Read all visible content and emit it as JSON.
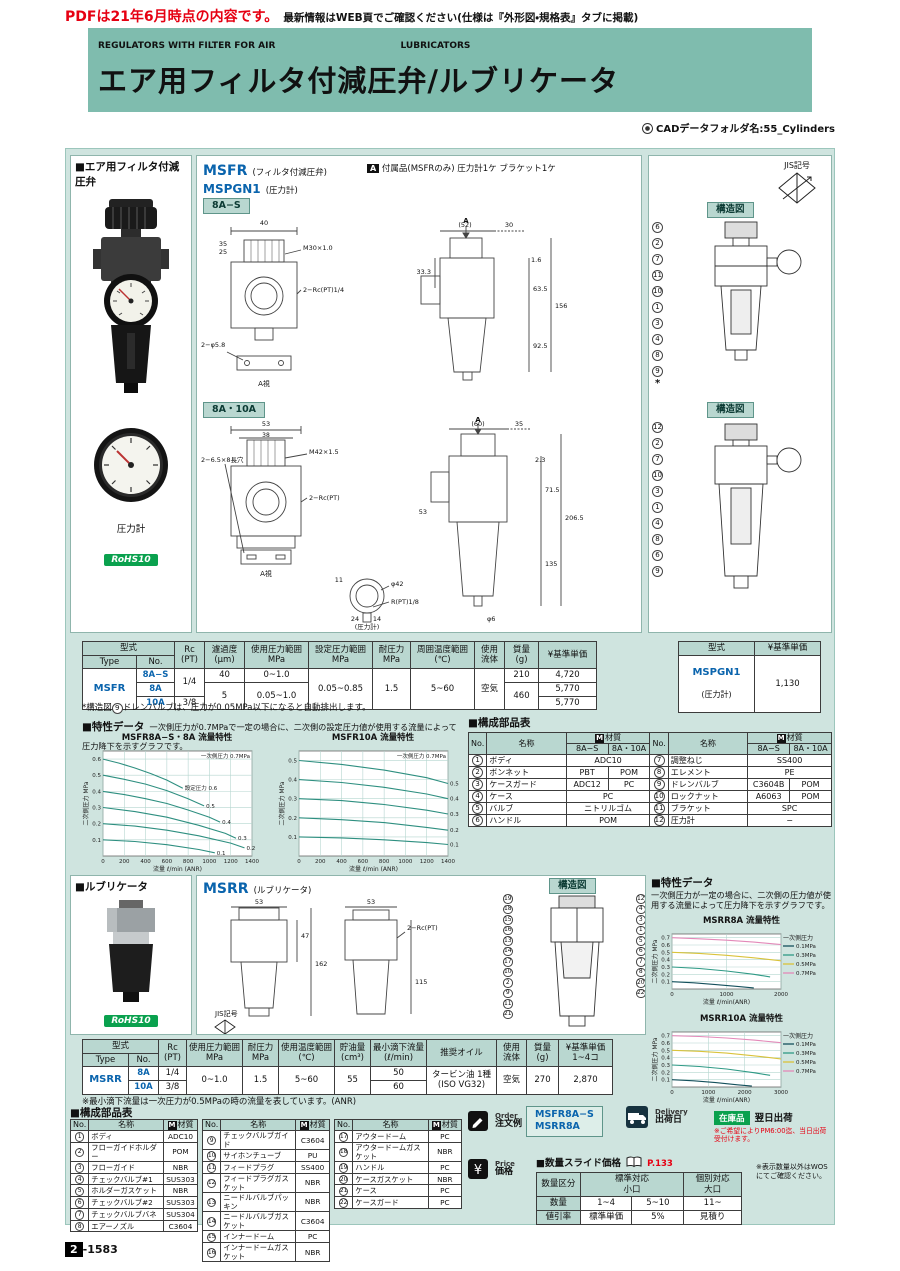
{
  "notice": {
    "red": "PDFは21年6月時点の内容です。",
    "black": "最新情報はWEB頁でご確認ください(仕様は『外形図・規格表』タブに掲載)"
  },
  "header": {
    "en_left": "REGULATORS WITH FILTER FOR AIR",
    "en_right": "LUBRICATORS",
    "title": "エア用フィルタ付減圧弁/ルブリケータ",
    "cad_label": "CADデータフォルダ名:55_Cylinders"
  },
  "regulator": {
    "section_label": "■エア用フィルタ付減圧弁",
    "gauge_caption": "圧力計",
    "rohs": "RoHS10",
    "model1": "MSFR",
    "model1_sub": "(フィルタ付減圧弁)",
    "model2": "MSPGN1",
    "model2_sub": "(圧力計)",
    "acc_mark": "A",
    "acc_note": "付属品(MSFRのみ) 圧力計1ケ ブラケット1ケ",
    "jis": "JIS記号",
    "size1": "8A−S",
    "size2": "8A・10A",
    "structure": "構造図",
    "star": "*",
    "dims1": [
      "40",
      "35",
      "25",
      "2−φ5.8",
      "M30×1.0",
      "2−Rc(PT)1/4",
      "A視",
      "(52)",
      "30",
      "1.6",
      "63.5",
      "33.3",
      "156",
      "92.5",
      "A"
    ],
    "dims2": [
      "53",
      "38",
      "2−6.5×8長穴",
      "M42×1.5",
      "2−Rc(PT)",
      "A視",
      "(圧力計)",
      "φ42",
      "24",
      "14",
      "R(PT)1/8",
      "11",
      "(60)",
      "35",
      "2.3",
      "71.5",
      "53",
      "206.5",
      "135",
      "φ6",
      "A"
    ],
    "callouts1": [
      "6",
      "2",
      "7",
      "11",
      "10",
      "1",
      "3",
      "4",
      "8",
      "9"
    ],
    "callouts2": [
      "12",
      "2",
      "7",
      "10",
      "3",
      "1",
      "4",
      "8",
      "6",
      "9"
    ]
  },
  "spec": {
    "h_model": "型式",
    "h_type": "Type",
    "h_no": "No.",
    "h_rc": "Rc\n(PT)",
    "h_filt": "濾過度\n(μm)",
    "h_use": "使用圧力範囲\nMPa",
    "h_set": "設定圧力範囲\nMPa",
    "h_proof": "耐圧力\nMPa",
    "h_temp": "周囲温度範囲\n(℃)",
    "h_fluid": "使用\n流体",
    "h_mass": "質量\n(g)",
    "h_price": "¥基準単価",
    "type": "MSFR",
    "no1": "8A−S",
    "no2": "8A",
    "no3": "10A",
    "rc12": "1/4",
    "rc3": "3/8",
    "filt1": "40",
    "filt23": "5",
    "use1": "0~1.0",
    "use23": "0.05~1.0",
    "set": "0.05~0.85",
    "proof": "1.5",
    "temp": "5~60",
    "fluid": "空気",
    "mass1": "210",
    "mass23": "460",
    "price1": "4,720",
    "price2": "5,770",
    "price3": "5,770",
    "note_pre": "*構造図",
    "note_no": "9",
    "note_post": "ドレンバルブは、圧力が0.05MPa以下になると自動排出します。"
  },
  "gauge_table": {
    "h_model": "型式",
    "h_price": "¥基準単価",
    "model": "MSPGN1",
    "model_sub": "(圧力計)",
    "price": "1,130"
  },
  "char_reg": {
    "title": "■特性データ",
    "desc": "一次側圧力が0.7MPaで一定の場合に、二次側の設定圧力値が使用する流量によって圧力降下を示すグラフです。"
  },
  "parts_reg": {
    "title": "■構成部品表",
    "h_no": "No.",
    "h_name": "名称",
    "mark": "M",
    "h_mat": "材質",
    "h_m1": "8A−S",
    "h_m2": "8A・10A",
    "left": [
      {
        "no": "1",
        "name": "ボディ",
        "m1": "ADC10"
      },
      {
        "no": "2",
        "name": "ボンネット",
        "m1": "PBT",
        "m2": "POM"
      },
      {
        "no": "3",
        "name": "ケースガード",
        "m1": "ADC12",
        "m2": "PC"
      },
      {
        "no": "4",
        "name": "ケース",
        "m1": "PC"
      },
      {
        "no": "5",
        "name": "バルブ",
        "m1": "ニトリルゴム"
      },
      {
        "no": "6",
        "name": "ハンドル",
        "m1": "POM"
      }
    ],
    "right": [
      {
        "no": "7",
        "name": "調整ねじ",
        "m1": "SS400"
      },
      {
        "no": "8",
        "name": "エレメント",
        "m1": "PE"
      },
      {
        "no": "9",
        "name": "ドレンバルブ",
        "m1": "C3604B",
        "m2": "POM"
      },
      {
        "no": "10",
        "name": "ロックナット",
        "m1": "A6063",
        "m2": "POM"
      },
      {
        "no": "11",
        "name": "ブラケット",
        "m1": "SPC"
      },
      {
        "no": "12",
        "name": "圧力計",
        "m1": "−"
      }
    ]
  },
  "lub": {
    "section_label": "■ルブリケータ",
    "rohs": "RoHS10",
    "model": "MSRR",
    "model_sub": "(ルブリケータ)",
    "jis": "JIS記号",
    "structure": "構造図",
    "dims": [
      "53",
      "47",
      "162",
      "53",
      "2−Rc(PT)",
      "115"
    ],
    "callouts_left": [
      "19",
      "18",
      "15",
      "16",
      "13",
      "14",
      "17",
      "10",
      "2",
      "9",
      "11",
      "21"
    ],
    "callouts_right": [
      "12",
      "4",
      "3",
      "1",
      "5",
      "6",
      "7",
      "8",
      "20",
      "22"
    ]
  },
  "lub_spec": {
    "h_model": "型式",
    "h_type": "Type",
    "h_no": "No.",
    "h_rc": "Rc\n(PT)",
    "h_use": "使用圧力範囲\nMPa",
    "h_proof": "耐圧力\nMPa",
    "h_temp": "使用温度範囲\n(℃)",
    "h_oil": "貯油量\n(cm³)",
    "h_drip": "最小滴下流量\n(ℓ/min)",
    "h_recoil": "推奨オイル",
    "h_fluid": "使用\n流体",
    "h_mass": "質量\n(g)",
    "h_price": "¥基準単価\n1~4コ",
    "type": "MSRR",
    "no1": "8A",
    "no2": "10A",
    "rc1": "1/4",
    "rc2": "3/8",
    "use": "0~1.0",
    "proof": "1.5",
    "temp": "5~60",
    "oil": "55",
    "drip1": "50",
    "drip2": "60",
    "recoil": "タービン油 1種\n(ISO VG32)",
    "fluid": "空気",
    "mass": "270",
    "price": "2,870",
    "note": "※最小滴下流量は一次圧力が0.5MPaの時の流量を表しています。(ANR)"
  },
  "char_lub": {
    "title": "■特性データ",
    "desc": "一次側圧力が一定の場合に、二次側の圧力値が使用する流量によって圧力降下を示すグラフです。"
  },
  "parts_lub": {
    "title": "■構成部品表",
    "h_no": "No.",
    "h_name": "名称",
    "mark": "M",
    "h_mat": "材質",
    "g1": [
      {
        "no": "1",
        "name": "ボディ",
        "m": "ADC10"
      },
      {
        "no": "2",
        "name": "フローガイドホルダー",
        "m": "POM"
      },
      {
        "no": "3",
        "name": "フローガイド",
        "m": "NBR"
      },
      {
        "no": "4",
        "name": "チェックバルブ#1",
        "m": "SUS303"
      },
      {
        "no": "5",
        "name": "ホルダーガスケット",
        "m": "NBR"
      },
      {
        "no": "6",
        "name": "チェックバルブ#2",
        "m": "SUS303"
      },
      {
        "no": "7",
        "name": "チェックバルブバネ",
        "m": "SUS304"
      },
      {
        "no": "8",
        "name": "エアーノズル",
        "m": "C3604"
      }
    ],
    "g2": [
      {
        "no": "9",
        "name": "チェックバルブガイド",
        "m": "C3604"
      },
      {
        "no": "10",
        "name": "サイホンチューブ",
        "m": "PU"
      },
      {
        "no": "11",
        "name": "フィードプラグ",
        "m": "SS400"
      },
      {
        "no": "12",
        "name": "フィードプラグガスケット",
        "m": "NBR"
      },
      {
        "no": "13",
        "name": "ニードルバルブパッキン",
        "m": "NBR"
      },
      {
        "no": "14",
        "name": "ニードルバルブガスケット",
        "m": "C3604"
      },
      {
        "no": "15",
        "name": "インナードーム",
        "m": "PC"
      },
      {
        "no": "16",
        "name": "インナードームガスケット",
        "m": "NBR"
      }
    ],
    "g3": [
      {
        "no": "17",
        "name": "アウタードーム",
        "m": "PC"
      },
      {
        "no": "18",
        "name": "アウタードームガスケット",
        "m": "NBR"
      },
      {
        "no": "19",
        "name": "ハンドル",
        "m": "PC"
      },
      {
        "no": "20",
        "name": "ケースガスケット",
        "m": "NBR"
      },
      {
        "no": "21",
        "name": "ケース",
        "m": "PC"
      },
      {
        "no": "22",
        "name": "ケースガード",
        "m": "PC"
      }
    ]
  },
  "order": {
    "order_en": "Order",
    "order_jp": "注文例",
    "ex1": "MSFR8A−S",
    "ex2": "MSRR8A",
    "delivery_en": "Delivery",
    "delivery_jp": "出荷日",
    "stock": "在庫品",
    "stock_ship": "翌日出荷",
    "stock_note": "※ご希望によりPM6:00迄、当日出荷受付けます。",
    "price_en": "Price",
    "price_jp": "価格",
    "slide_title": "■数量スライド価格",
    "page_ref": "P.133",
    "qty_cat": "数量区分",
    "std": "標準対応\n小口",
    "ind": "個別対応\n大口",
    "row_qty": "数量",
    "q1": "1~4",
    "q2": "5~10",
    "q3": "11~",
    "row_disc": "値引率",
    "d1": "標準単価",
    "d2": "5%",
    "d3": "見積り",
    "slide_note": "※表示数量以外はWOSにてご確認ください。"
  },
  "footer": {
    "page_no": "2",
    "page_rest": "-1583"
  },
  "chart_data": [
    {
      "type": "line",
      "title": "MSFR8A−S・8A 流量特性",
      "annotation": "一次側圧力 0.7MPa",
      "xlabel": "流量 ℓ/min (ANR)",
      "ylabel": "二次側圧力 MPa",
      "xlim": [
        0,
        1400
      ],
      "ylim": [
        0,
        0.65
      ],
      "xticks": [
        0,
        200,
        400,
        600,
        800,
        1000,
        1200,
        1400
      ],
      "yticks": [
        0.1,
        0.2,
        0.3,
        0.4,
        0.5,
        0.6
      ],
      "series": [
        {
          "name": "設定圧力 0.6",
          "color": "#2e8f80",
          "x": [
            0,
            150,
            300,
            450,
            600,
            750
          ],
          "y": [
            0.6,
            0.575,
            0.545,
            0.51,
            0.47,
            0.42
          ]
        },
        {
          "name": "0.5",
          "color": "#2e8f80",
          "x": [
            0,
            200,
            400,
            600,
            800,
            950
          ],
          "y": [
            0.5,
            0.475,
            0.445,
            0.405,
            0.355,
            0.31
          ]
        },
        {
          "name": "0.4",
          "color": "#2e8f80",
          "x": [
            0,
            200,
            400,
            600,
            800,
            1000,
            1100
          ],
          "y": [
            0.4,
            0.38,
            0.355,
            0.325,
            0.285,
            0.24,
            0.21
          ]
        },
        {
          "name": "0.3",
          "color": "#2e8f80",
          "x": [
            0,
            300,
            600,
            900,
            1150,
            1250
          ],
          "y": [
            0.3,
            0.275,
            0.24,
            0.19,
            0.14,
            0.11
          ]
        },
        {
          "name": "0.2",
          "color": "#2e8f80",
          "x": [
            0,
            300,
            600,
            900,
            1200,
            1330
          ],
          "y": [
            0.2,
            0.185,
            0.16,
            0.125,
            0.08,
            0.05
          ]
        },
        {
          "name": "0.1",
          "color": "#2e8f80",
          "x": [
            0,
            300,
            600,
            900,
            1050
          ],
          "y": [
            0.1,
            0.09,
            0.07,
            0.04,
            0.02
          ]
        }
      ]
    },
    {
      "type": "line",
      "title": "MSFR10A 流量特性",
      "annotation": "一次側圧力 0.7MPa",
      "xlabel": "流量 ℓ/min (ANR)",
      "ylabel": "二次側圧力 MPa",
      "xlim": [
        0,
        1400
      ],
      "ylim": [
        0,
        0.55
      ],
      "xticks": [
        0,
        200,
        400,
        600,
        800,
        1000,
        1200,
        1400
      ],
      "yticks": [
        0.1,
        0.2,
        0.3,
        0.4,
        0.5
      ],
      "series": [
        {
          "name": "0.5",
          "color": "#2e8f80",
          "x": [
            0,
            400,
            800,
            1200,
            1400
          ],
          "y": [
            0.5,
            0.48,
            0.45,
            0.41,
            0.38
          ]
        },
        {
          "name": "0.4",
          "color": "#2e8f80",
          "x": [
            0,
            400,
            800,
            1200,
            1400
          ],
          "y": [
            0.4,
            0.385,
            0.36,
            0.325,
            0.3
          ]
        },
        {
          "name": "0.3",
          "color": "#2e8f80",
          "x": [
            0,
            400,
            800,
            1200,
            1400
          ],
          "y": [
            0.3,
            0.29,
            0.27,
            0.24,
            0.22
          ]
        },
        {
          "name": "0.2",
          "color": "#2e8f80",
          "x": [
            0,
            400,
            800,
            1200,
            1400
          ],
          "y": [
            0.2,
            0.19,
            0.175,
            0.15,
            0.135
          ]
        },
        {
          "name": "0.1",
          "color": "#2e8f80",
          "x": [
            0,
            400,
            800,
            1200,
            1400
          ],
          "y": [
            0.1,
            0.095,
            0.085,
            0.07,
            0.06
          ]
        }
      ]
    },
    {
      "type": "line",
      "title": "MSRR8A 流量特性",
      "legend": true,
      "legend_title": "一次側圧力",
      "xlabel": "流量 ℓ/min(ANR)",
      "ylabel": "二次側圧力 MPa",
      "xlim": [
        0,
        2000
      ],
      "ylim": [
        0,
        0.75
      ],
      "xticks": [
        0,
        1000,
        2000
      ],
      "yticks": [
        0.1,
        0.2,
        0.3,
        0.4,
        0.5,
        0.6,
        0.7
      ],
      "series": [
        {
          "name": "0.1MPa",
          "color": "#14505c",
          "x": [
            0,
            400,
            800,
            1200,
            1500
          ],
          "y": [
            0.1,
            0.085,
            0.06,
            0.035,
            0.015
          ]
        },
        {
          "name": "0.3MPa",
          "color": "#2f9a86",
          "x": [
            0,
            500,
            1000,
            1500,
            1800
          ],
          "y": [
            0.3,
            0.28,
            0.245,
            0.2,
            0.165
          ]
        },
        {
          "name": "0.5MPa",
          "color": "#d9c33b",
          "x": [
            0,
            500,
            1000,
            1500,
            2000
          ],
          "y": [
            0.5,
            0.485,
            0.46,
            0.425,
            0.385
          ]
        },
        {
          "name": "0.7MPa",
          "color": "#e389b9",
          "x": [
            0,
            500,
            1000,
            1500,
            2000
          ],
          "y": [
            0.7,
            0.685,
            0.665,
            0.64,
            0.605
          ]
        }
      ]
    },
    {
      "type": "line",
      "title": "MSRR10A 流量特性",
      "legend": true,
      "legend_title": "一次側圧力",
      "xlabel": "流量 ℓ/min(ANR)",
      "ylabel": "二次側圧力 MPa",
      "xlim": [
        0,
        3000
      ],
      "ylim": [
        0,
        0.75
      ],
      "xticks": [
        0,
        1000,
        2000,
        3000
      ],
      "yticks": [
        0.1,
        0.2,
        0.3,
        0.4,
        0.5,
        0.6,
        0.7
      ],
      "series": [
        {
          "name": "0.1MPa",
          "color": "#14505c",
          "x": [
            0,
            600,
            1200,
            1800,
            2200
          ],
          "y": [
            0.1,
            0.085,
            0.06,
            0.03,
            0.012
          ]
        },
        {
          "name": "0.3MPa",
          "color": "#2f9a86",
          "x": [
            0,
            750,
            1500,
            2250,
            2700
          ],
          "y": [
            0.3,
            0.28,
            0.245,
            0.195,
            0.16
          ]
        },
        {
          "name": "0.5MPa",
          "color": "#d9c33b",
          "x": [
            0,
            750,
            1500,
            2250,
            3000
          ],
          "y": [
            0.5,
            0.487,
            0.462,
            0.425,
            0.383
          ]
        },
        {
          "name": "0.7MPa",
          "color": "#e389b9",
          "x": [
            0,
            750,
            1500,
            2250,
            3000
          ],
          "y": [
            0.7,
            0.688,
            0.668,
            0.64,
            0.604
          ]
        }
      ]
    }
  ]
}
